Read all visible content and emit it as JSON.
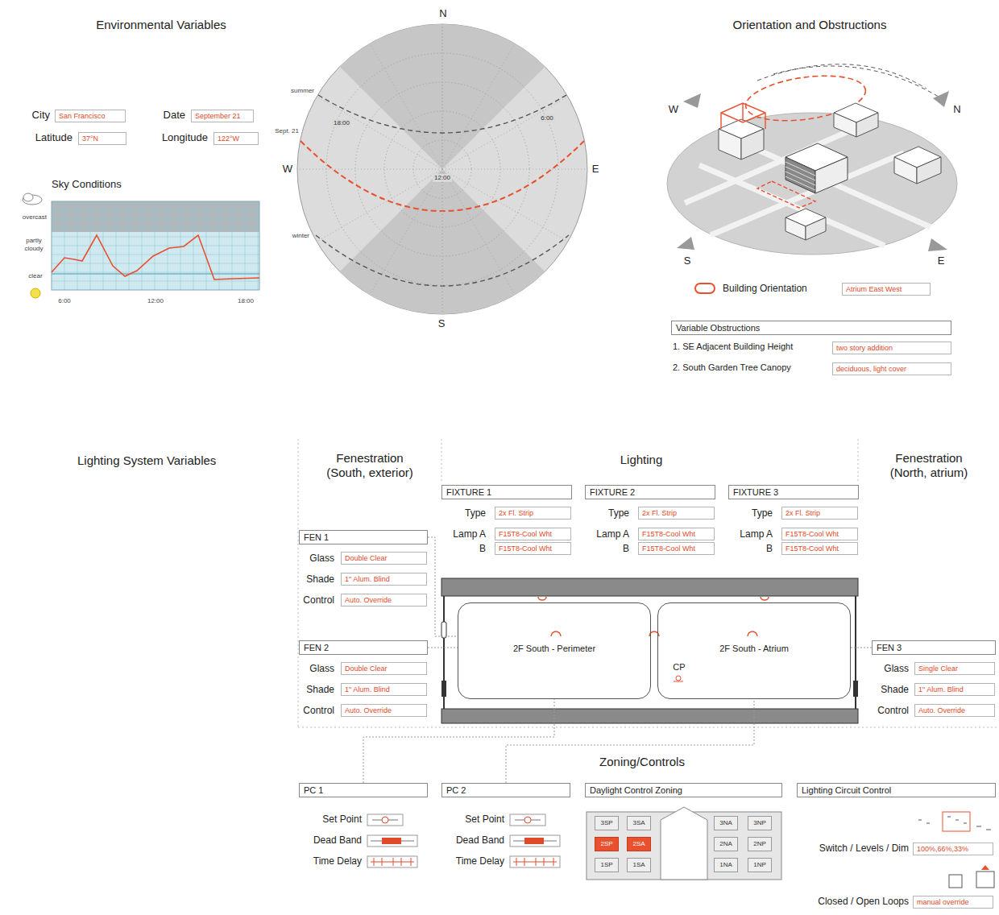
{
  "diagram": {
    "nodes": [
      {
        "text": [
          "San Francisco"
        ]
      },
      {
        "text": [
          "September 21"
        ]
      },
      {
        "text": [
          "37°N"
        ]
      },
      {
        "text": [
          "122°W"
        ]
      },
      {
        "text": [
          "Atrium East West"
        ]
      },
      {
        "text": [
          "Variable Obstructions"
        ]
      },
      {
        "text": [
          "two story addition"
        ]
      },
      {
        "text": [
          "deciduous, light cover"
        ]
      },
      {
        "text": [
          "FIXTURE 1"
        ]
      },
      {
        "text": [
          "2x Fl. Strip"
        ]
      },
      {
        "text": [
          "F15T8-Cool Wht"
        ]
      },
      {
        "text": [
          "F15T8-Cool Wht"
        ]
      },
      {
        "text": [
          "FIXTURE 2"
        ]
      },
      {
        "text": [
          "2x Fl. Strip"
        ]
      },
      {
        "text": [
          "F15T8-Cool Wht"
        ]
      },
      {
        "text": [
          "F15T8-Cool Wht"
        ]
      },
      {
        "text": [
          "FIXTURE 3"
        ]
      },
      {
        "text": [
          "2x Fl. Strip"
        ]
      },
      {
        "text": [
          "F15T8-Cool Wht"
        ]
      },
      {
        "text": [
          "F15T8-Cool Wht"
        ]
      },
      {
        "text": [
          "FEN 1"
        ]
      },
      {
        "text": [
          "Double Clear"
        ]
      },
      {
        "text": [
          "1\" Alum. Blind"
        ]
      },
      {
        "text": [
          "Auto. Override"
        ]
      },
      {
        "text": [
          "FEN 2"
        ]
      },
      {
        "text": [
          "Double Clear"
        ]
      },
      {
        "text": [
          "1\" Alum. Blind"
        ]
      },
      {
        "text": [
          "Auto. Override"
        ]
      },
      {
        "text": [
          "2F South - Perimeter"
        ]
      },
      {
        "text": [
          "2F South - Atrium"
        ]
      },
      {
        "text": [
          "FEN 3"
        ]
      },
      {
        "text": [
          "Single Clear"
        ]
      },
      {
        "text": [
          "1\" Alum. Blind"
        ]
      },
      {
        "text": [
          "Auto. Override"
        ]
      },
      {
        "text": [
          "PC 1"
        ]
      },
      {
        "text": [
          "PC 2"
        ]
      },
      {
        "text": [
          "Daylight Control Zoning"
        ]
      },
      {
        "text": [
          "Lighting Circuit Control"
        ]
      },
      {
        "text": [
          "3SP"
        ]
      },
      {
        "text": [
          "3SA"
        ]
      },
      {
        "text": [
          "3NA"
        ]
      },
      {
        "text": [
          "3NP"
        ]
      },
      {
        "text": [
          "2SP"
        ]
      },
      {
        "text": [
          "2SA"
        ]
      },
      {
        "text": [
          "2NA"
        ]
      },
      {
        "text": [
          "2NP"
        ]
      },
      {
        "text": [
          "1SP"
        ]
      },
      {
        "text": [
          "1SA"
        ]
      },
      {
        "text": [
          "1NA"
        ]
      },
      {
        "text": [
          "1NP"
        ]
      },
      {
        "text": [
          "100%,66%,33%"
        ]
      },
      {
        "text": [
          "manual override"
        ]
      }
    ],
    "edges": [
      {
        "from": 20,
        "to": 28,
        "arrow": "none"
      },
      {
        "from": 24,
        "to": 28,
        "arrow": "none"
      },
      {
        "from": 30,
        "to": 29,
        "arrow": "none"
      },
      {
        "from": 34,
        "to": 28,
        "arrow": "none"
      },
      {
        "from": 35,
        "to": 29,
        "arrow": "none"
      }
    ],
    "labels": [
      "Environmental Variables",
      "City",
      "Date",
      "Latitude",
      "Longitude",
      "Sky Conditions",
      "overcast",
      "partly cloudy",
      "clear",
      "6:00",
      "12:00",
      "18:00",
      "N",
      "summer",
      "Sept. 21",
      "W",
      "E",
      "winter",
      "S",
      "18:00",
      "12:00",
      "6:00",
      "Orientation and Obstructions",
      "W",
      "N",
      "S",
      "E",
      "Building Orientation",
      "1. SE Adjacent Building Height",
      "2. South Garden Tree Canopy",
      "Lighting System Variables",
      "Fenestration (South, exterior)",
      "Lighting",
      "Fenestration (North, atrium)",
      "Type",
      "Lamp A",
      "B",
      "Type",
      "Lamp A",
      "B",
      "Type",
      "Lamp A",
      "B",
      "Glass",
      "Shade",
      "Control",
      "Glass",
      "Shade",
      "Control",
      "CP",
      "Glass",
      "Shade",
      "Control",
      "Zoning/Controls",
      "Set Point",
      "Dead Band",
      "Time Delay",
      "Set Point",
      "Dead Band",
      "Time Delay",
      "Switch / Levels / Dim",
      "Closed / Open Loops"
    ]
  }
}
